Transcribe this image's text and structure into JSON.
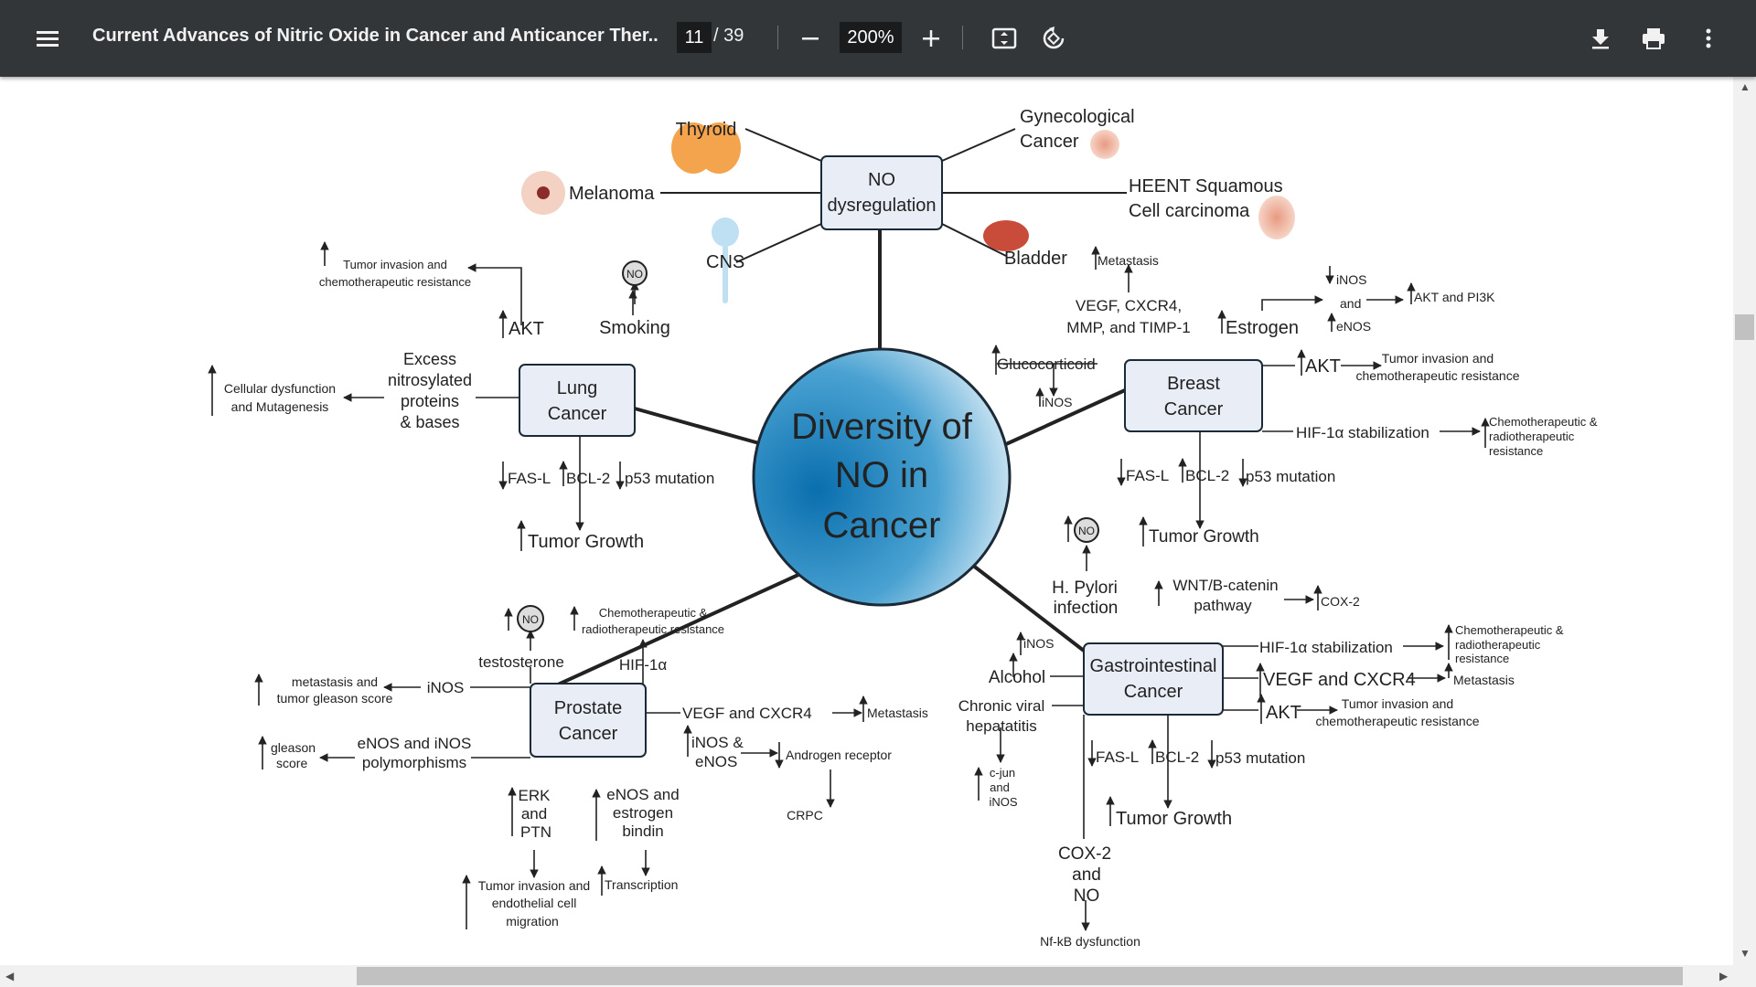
{
  "toolbar": {
    "title": "Current Advances of Nitric Oxide in Cancer and Anticancer Ther...",
    "page_current": "11",
    "page_total": "/ 39",
    "zoom": "200%",
    "icons": [
      "menu-icon",
      "zoom-out-icon",
      "zoom-in-icon",
      "fit-page-icon",
      "rotate-icon",
      "download-icon",
      "print-icon",
      "more-icon"
    ]
  },
  "figure": {
    "center": [
      "Diversity of",
      "NO in",
      "Cancer"
    ],
    "top_box": [
      "NO",
      "dysregulation"
    ],
    "top_labels": {
      "thyroid": "Thyroid",
      "gyn": [
        "Gynecological",
        "Cancer"
      ],
      "melanoma": "Melanoma",
      "heent": [
        "HEENT Squamous",
        "Cell carcinoma"
      ],
      "cns": "CNS",
      "bladder": "Bladder"
    },
    "lung": {
      "box": [
        "Lung",
        "Cancer"
      ],
      "tumor_invasion": [
        "Tumor invasion and",
        "chemotherapeutic resistance"
      ],
      "akt": "AKT",
      "no_badge": "NO",
      "smoking": "Smoking",
      "excess": [
        "Excess",
        "nitrosylated",
        "proteins",
        "& bases"
      ],
      "cellular": [
        "Cellular dysfunction",
        "and Mutagenesis"
      ],
      "fasl": "FAS-L",
      "bcl2": "BCL-2",
      "p53": "p53 mutation",
      "tumor_growth": "Tumor Growth"
    },
    "breast": {
      "box": [
        "Breast",
        "Cancer"
      ],
      "metastasis": "Metastasis",
      "vegf": [
        "VEGF, CXCR4,",
        "MMP, and TIMP-1"
      ],
      "estrogen": "Estrogen",
      "inos_and_enos": [
        "iNOS",
        "and",
        "eNOS"
      ],
      "akt_pi3k": "AKT and PI3K",
      "glucocorticoid": "Glucocorticoid",
      "inos": "iNOS",
      "akt": "AKT",
      "tumor_invasion": [
        "Tumor invasion and",
        "chemotherapeutic resistance"
      ],
      "hif": "HIF-1α stabilization",
      "chemo": [
        "Chemotherapeutic &",
        "radiotherapeutic",
        "resistance"
      ],
      "fasl": "FAS-L",
      "bcl2": "BCL-2",
      "p53": "p53 mutation",
      "tumor_growth": "Tumor Growth"
    },
    "prostate": {
      "box": [
        "Prostate",
        "Cancer"
      ],
      "no_badge": "NO",
      "chemo": [
        "Chemotherapeutic &",
        "radiotherapeutic resistance"
      ],
      "testosterone": "testosterone",
      "hif": "HIF-1α",
      "metastasis_gleason": [
        "metastasis and",
        "tumor gleason score"
      ],
      "inos": "iNOS",
      "gleason": [
        "gleason",
        "score"
      ],
      "enos_inos": [
        "eNOS and iNOS",
        "polymorphisms"
      ],
      "vegf": "VEGF and CXCR4",
      "metastasis": "Metastasis",
      "inos_enos": [
        "iNOS &",
        "eNOS"
      ],
      "androgen": "Androgen receptor",
      "crpc": "CRPC",
      "erk": [
        "ERK",
        "and",
        "PTN"
      ],
      "enos_estrogen": [
        "eNOS and",
        "estrogen",
        "bindin"
      ],
      "tumor_invasion": [
        "Tumor invasion and",
        "endothelial cell",
        "migration"
      ],
      "transcription": "Transcription"
    },
    "gi": {
      "box": [
        "Gastrointestinal",
        "Cancer"
      ],
      "no_badge": "NO",
      "hpylori": [
        "H. Pylori",
        "infection"
      ],
      "wnt": [
        "WNT/B-catenin",
        "pathway"
      ],
      "cox2": "COX-2",
      "inos": "iNOS",
      "alcohol": "Alcohol",
      "chronic": [
        "Chronic viral",
        "hepatatitis"
      ],
      "cjun": [
        "c-jun",
        "and",
        "iNOS"
      ],
      "hif": "HIF-1α stabilization",
      "chemo": [
        "Chemotherapeutic &",
        "radiotherapeutic",
        "resistance"
      ],
      "vegf": "VEGF and CXCR4",
      "metastasis": "Metastasis",
      "akt": "AKT",
      "tumor_invasion": [
        "Tumor invasion and",
        "chemotherapeutic resistance"
      ],
      "fasl": "FAS-L",
      "bcl2": "BCL-2",
      "p53": "p53 mutation",
      "tumor_growth": "Tumor Growth",
      "cox2_no": [
        "COX-2",
        "and",
        "NO"
      ],
      "nfkb": "Nf-kB dysfunction"
    }
  }
}
